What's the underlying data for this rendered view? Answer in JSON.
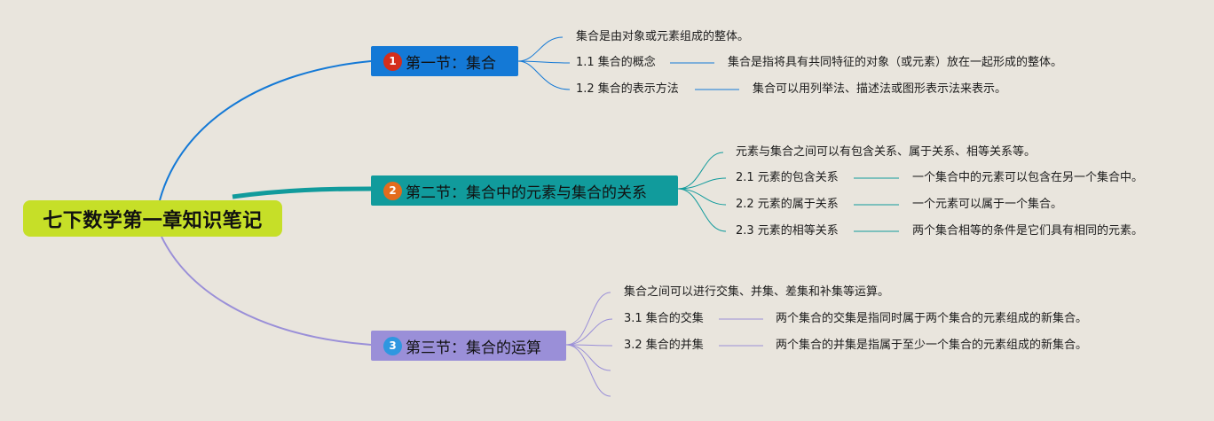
{
  "root": {
    "title": "七下数学第一章知识笔记"
  },
  "colors": {
    "background": "#e9e5dd",
    "root": "#c6df28",
    "branch1": "#1479d6",
    "branch2": "#119b9c",
    "branch3": "#9a8fd8"
  },
  "branches": [
    {
      "number": "1",
      "title": "第一节：集合",
      "items": [
        {
          "text": "集合是由对象或元素组成的整体。"
        },
        {
          "text": "1.1 集合的概念",
          "detail": "集合是指将具有共同特征的对象（或元素）放在一起形成的整体。"
        },
        {
          "text": "1.2 集合的表示方法",
          "detail": "集合可以用列举法、描述法或图形表示法来表示。"
        }
      ]
    },
    {
      "number": "2",
      "title": "第二节：集合中的元素与集合的关系",
      "items": [
        {
          "text": "元素与集合之间可以有包含关系、属于关系、相等关系等。"
        },
        {
          "text": "2.1 元素的包含关系",
          "detail": "一个集合中的元素可以包含在另一个集合中。"
        },
        {
          "text": "2.2 元素的属于关系",
          "detail": "一个元素可以属于一个集合。"
        },
        {
          "text": "2.3 元素的相等关系",
          "detail": "两个集合相等的条件是它们具有相同的元素。"
        }
      ]
    },
    {
      "number": "3",
      "title": "第三节：集合的运算",
      "items": [
        {
          "text": "集合之间可以进行交集、并集、差集和补集等运算。"
        },
        {
          "text": "3.1 集合的交集",
          "detail": "两个集合的交集是指同时属于两个集合的元素组成的新集合。"
        },
        {
          "text": "3.2 集合的并集",
          "detail": "两个集合的并集是指属于至少一个集合的元素组成的新集合。"
        }
      ]
    }
  ]
}
